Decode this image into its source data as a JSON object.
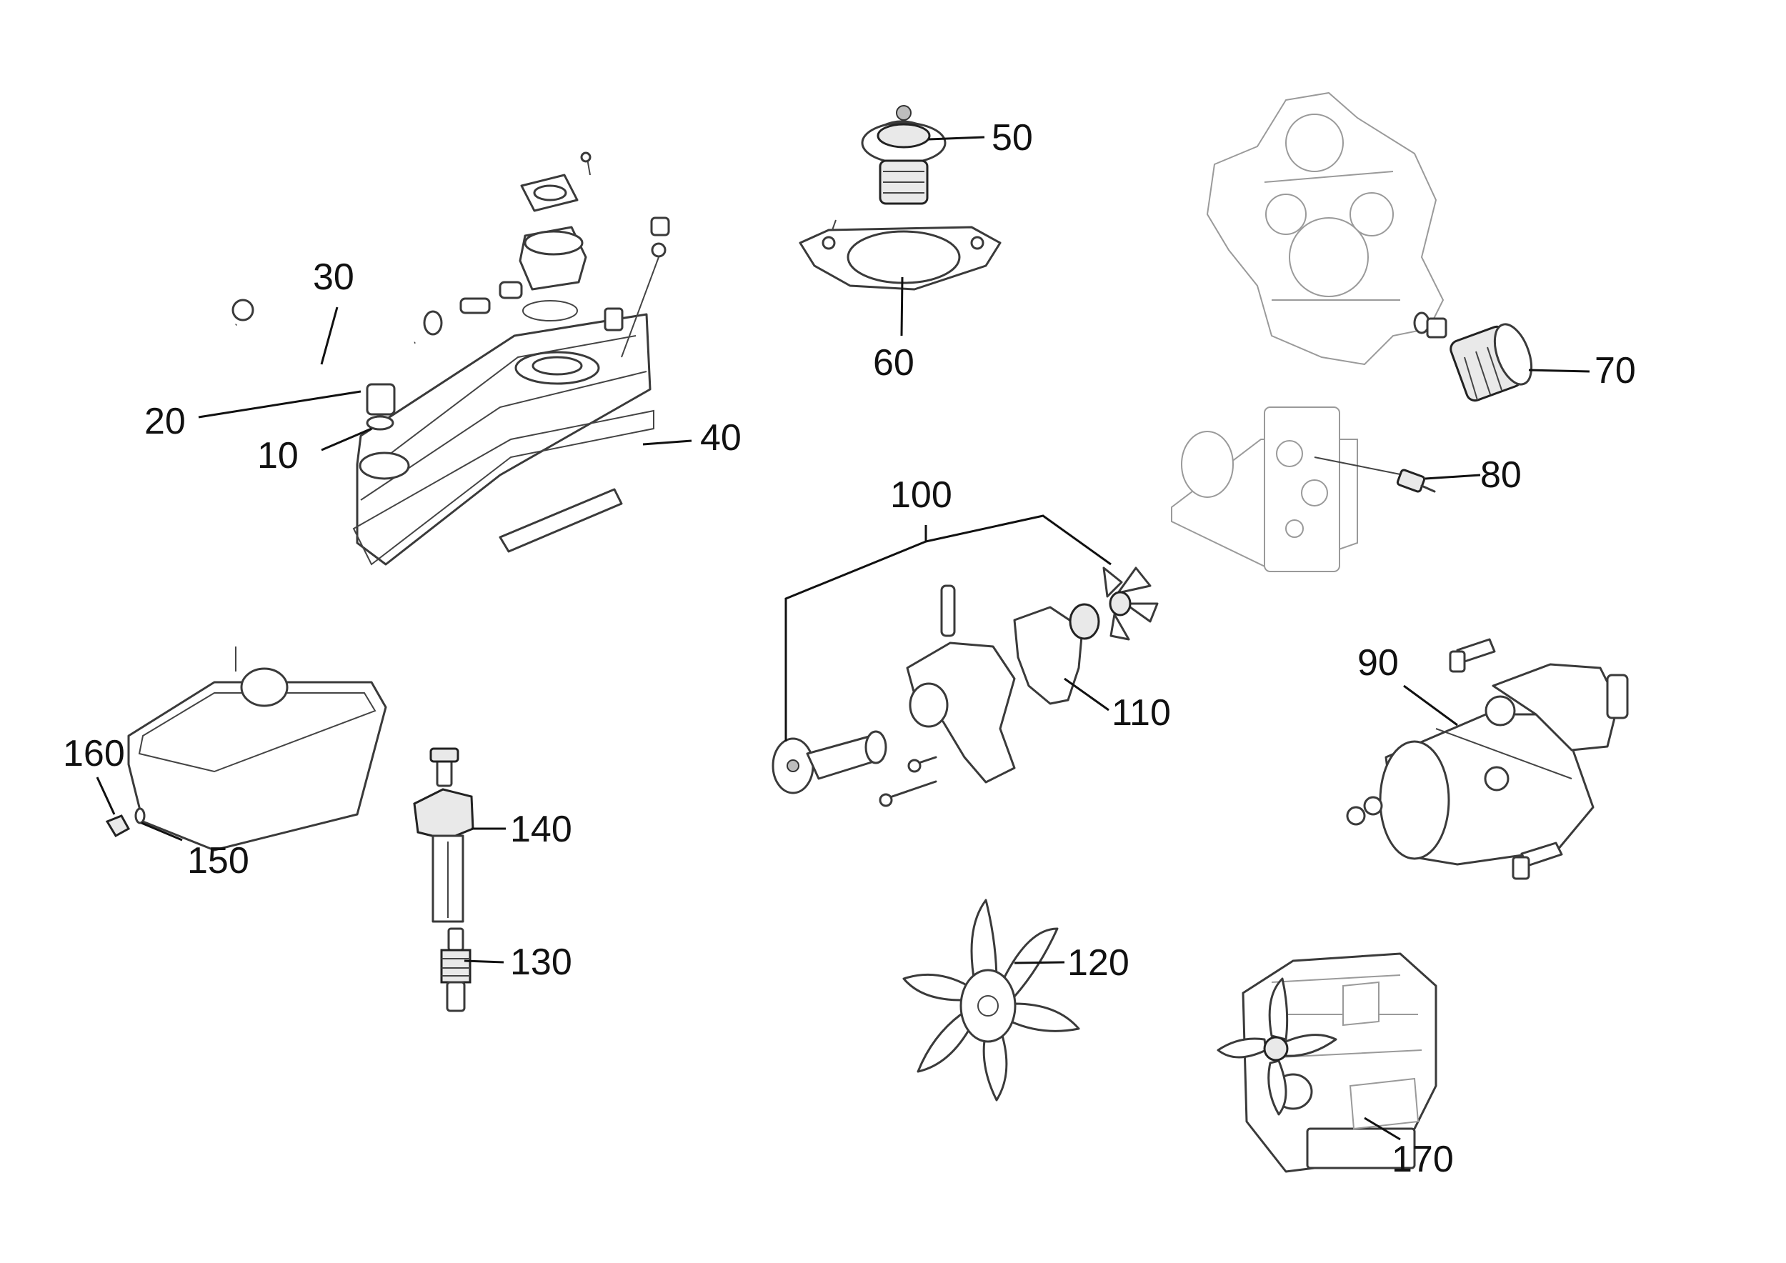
{
  "callouts": {
    "c10": "10",
    "c20": "20",
    "c30": "30",
    "c40": "40",
    "c50": "50",
    "c60": "60",
    "c70": "70",
    "c80": "80",
    "c90": "90",
    "c100": "100",
    "c110": "110",
    "c120": "120",
    "c130": "130",
    "c140": "140",
    "c150": "150",
    "c160": "160",
    "c170": "170"
  },
  "colors": {
    "ink": "#111111",
    "line_art": "#3a3a3a",
    "background": "#ffffff"
  },
  "parts": [
    "valve-cover-assembly",
    "thermostat",
    "thermostat-gasket",
    "oil-filter-on-engine-block",
    "oil-pressure-sensor",
    "starter-motor",
    "water-pump-assembly",
    "water-pump-gasket",
    "cooling-fan",
    "oil-pan",
    "ignition-coil",
    "spark-plug",
    "drain-plug",
    "drain-washer",
    "complete-engine"
  ]
}
